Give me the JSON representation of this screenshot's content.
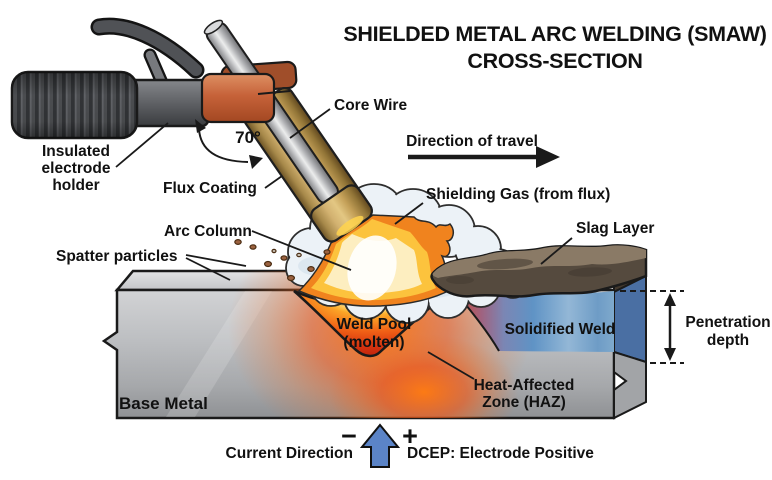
{
  "title": {
    "line1": "SHIELDED METAL ARC WELDING (SMAW)",
    "line2": "CROSS-SECTION"
  },
  "labels": {
    "insulated_holder": [
      "Insulated",
      "electrode",
      "holder"
    ],
    "flux_coating": "Flux Coating",
    "core_wire": "Core Wire",
    "electrode_angle": "70°",
    "direction_of_travel": "Direction of travel",
    "shielding_gas": "Shielding Gas (from flux)",
    "slag_layer": "Slag Layer",
    "arc_column": "Arc Column",
    "spatter_particles": "Spatter particles",
    "weld_pool": [
      "Weld Pool",
      "(molten)"
    ],
    "solidified_weld": "Solidified Weld",
    "penetration_depth": [
      "Penetration",
      "depth"
    ],
    "heat_affected_zone": [
      "Heat-Affected",
      "Zone (HAZ)"
    ],
    "base_metal": "Base Metal",
    "current_direction": "Current Direction",
    "polarity_negative": "−",
    "polarity_positive": "+",
    "dcep": "DCEP: Electrode Positive"
  },
  "colors": {
    "flame_outer": "#f0831e",
    "flame_mid": "#fcc33d",
    "flame_core": "#fdeec0",
    "cloud": "#ecf2f7",
    "slag_top": "#8a7a66",
    "slag_front": "#554a3e",
    "weld_blue": "#6f9fc8",
    "weld_hot_edge": "#d0482a",
    "pool_red": "#d6330f",
    "metal_gray": "#b8b9bc",
    "clamp_orange": "#c66239",
    "flux_tan": "#d2b170",
    "rod_silver": "#c9cacc",
    "current_arrow_blue": "#5b84c7"
  }
}
